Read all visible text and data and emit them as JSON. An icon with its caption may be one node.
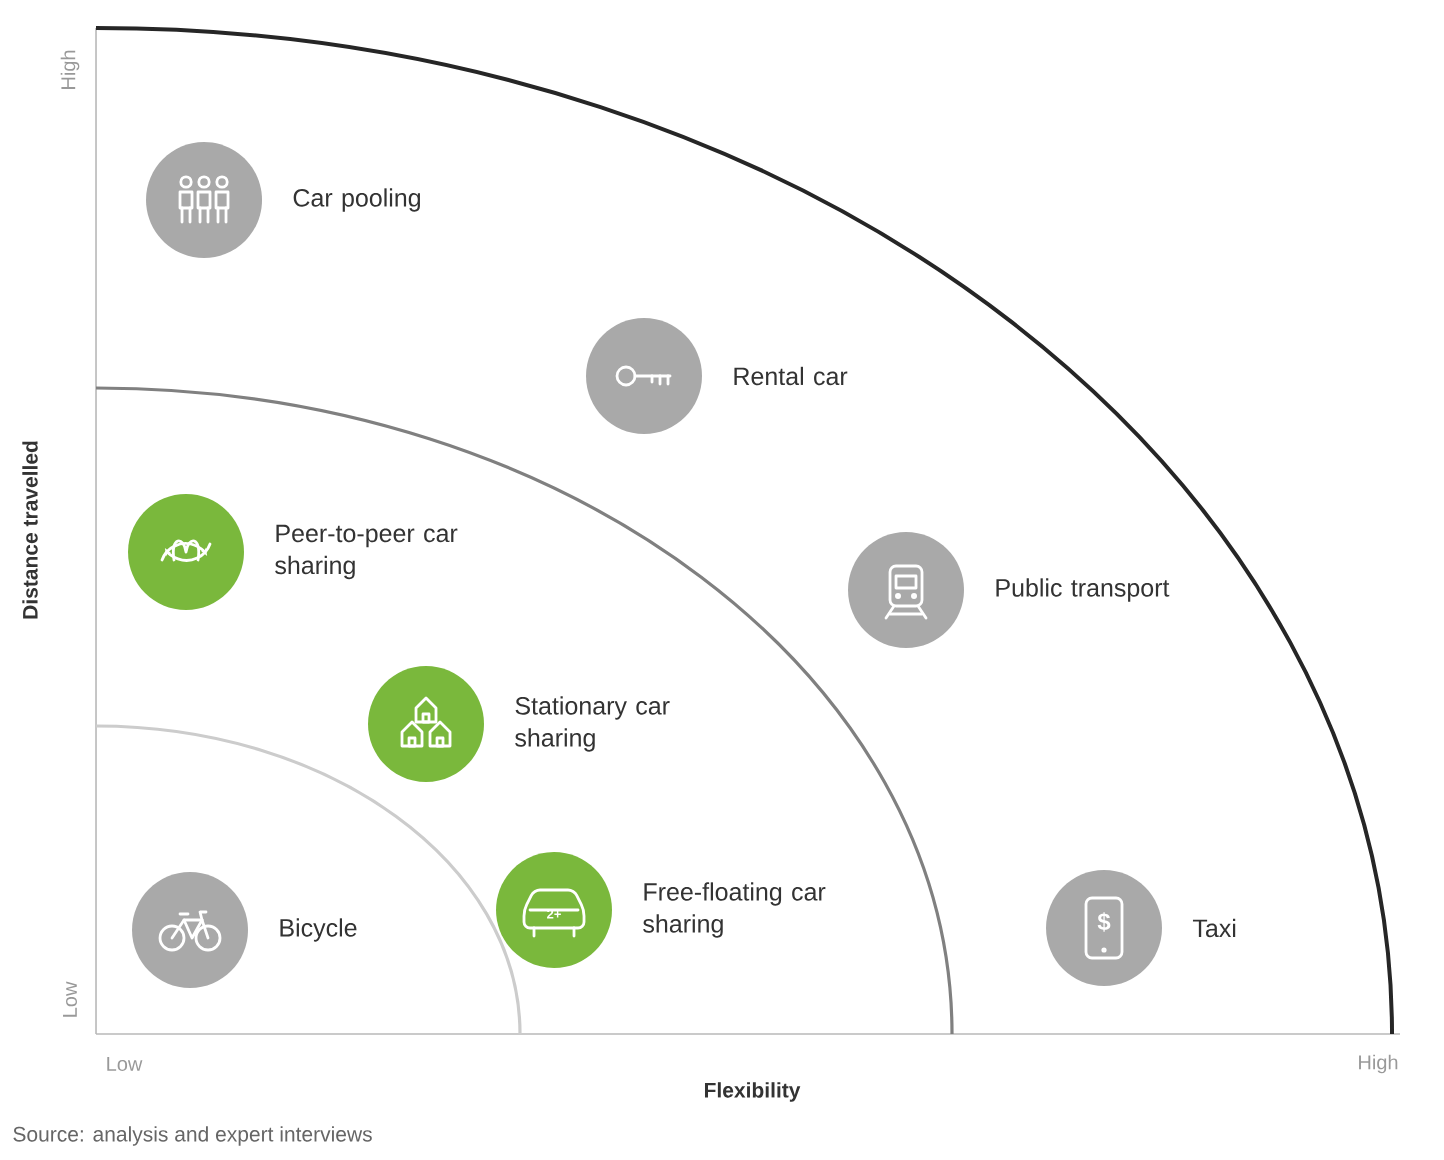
{
  "diagram": {
    "caption": "Source: analysis and expert interviews",
    "nodes": [
      {
        "text": [
          "Car pooling"
        ]
      },
      {
        "text": [
          "Rental car"
        ]
      },
      {
        "text": [
          "Peer-to-peer car sharing"
        ]
      },
      {
        "text": [
          "Public transport"
        ]
      },
      {
        "text": [
          "Stationary car sharing"
        ]
      },
      {
        "text": [
          "Bicycle"
        ]
      },
      {
        "text": [
          "Free-floating car sharing"
        ]
      },
      {
        "text": [
          "Taxi"
        ]
      }
    ],
    "labels": [
      "High",
      "Low",
      "Distance travelled",
      "Low",
      "High",
      "Flexibility",
      "2+",
      "$"
    ]
  }
}
